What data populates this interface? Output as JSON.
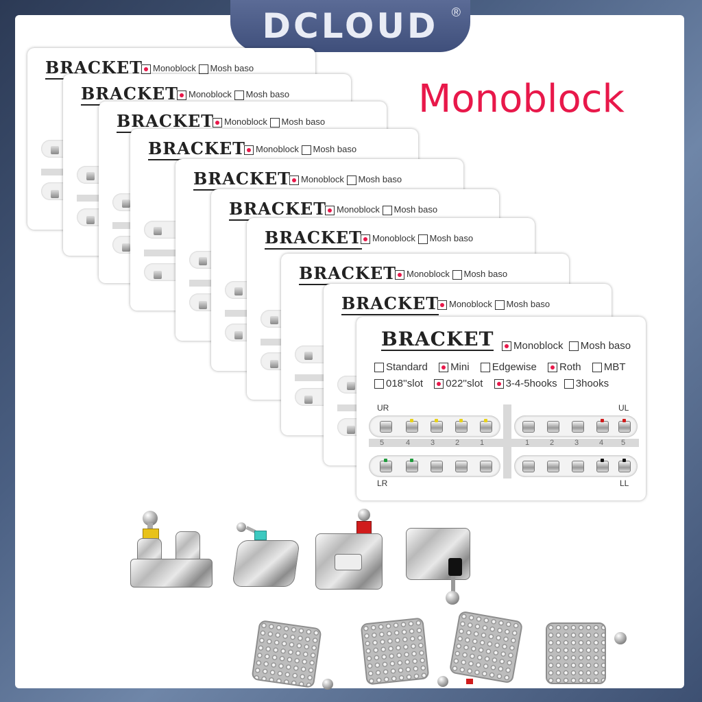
{
  "brand": {
    "name": "DCLOUD",
    "registered": "®"
  },
  "headline": "Monoblock",
  "card": {
    "title": "BRACKET",
    "type_options": [
      {
        "label": "Monoblock",
        "checked": true
      },
      {
        "label": "Mosh baso",
        "checked": false
      }
    ],
    "row1": [
      {
        "label": "Standard",
        "checked": false
      },
      {
        "label": "Mini",
        "checked": true
      },
      {
        "label": "Edgewise",
        "checked": false
      },
      {
        "label": "Roth",
        "checked": true
      },
      {
        "label": "MBT",
        "checked": false
      }
    ],
    "row2": [
      {
        "label": "018''slot",
        "checked": false
      },
      {
        "label": "022''slot",
        "checked": true
      },
      {
        "label": "3-4-5hooks",
        "checked": true
      },
      {
        "label": "3hooks",
        "checked": false
      }
    ],
    "quadrants": {
      "ur": "UR",
      "ul": "UL",
      "lr": "LR",
      "ll": "LL"
    },
    "left_numbers": [
      "5",
      "4",
      "3",
      "2",
      "1"
    ],
    "right_numbers": [
      "1",
      "2",
      "3",
      "4",
      "5"
    ],
    "tie_colors": {
      "yellow": "#e8d21a",
      "green": "#1f9a3c",
      "red": "#d01c1c",
      "black": "#111111",
      "teal": "#3cc9c0"
    }
  },
  "stack_titles": [
    "BRACKET",
    "BRACKET",
    "BRACKET",
    "BRACKET",
    "BRACKET",
    "BRACKET",
    "BRACKET",
    "BRACKET",
    "BRACKET"
  ],
  "stack_type_labels": [
    "Monoblock",
    "Mosh baso"
  ],
  "accent_color": "#e8184a"
}
